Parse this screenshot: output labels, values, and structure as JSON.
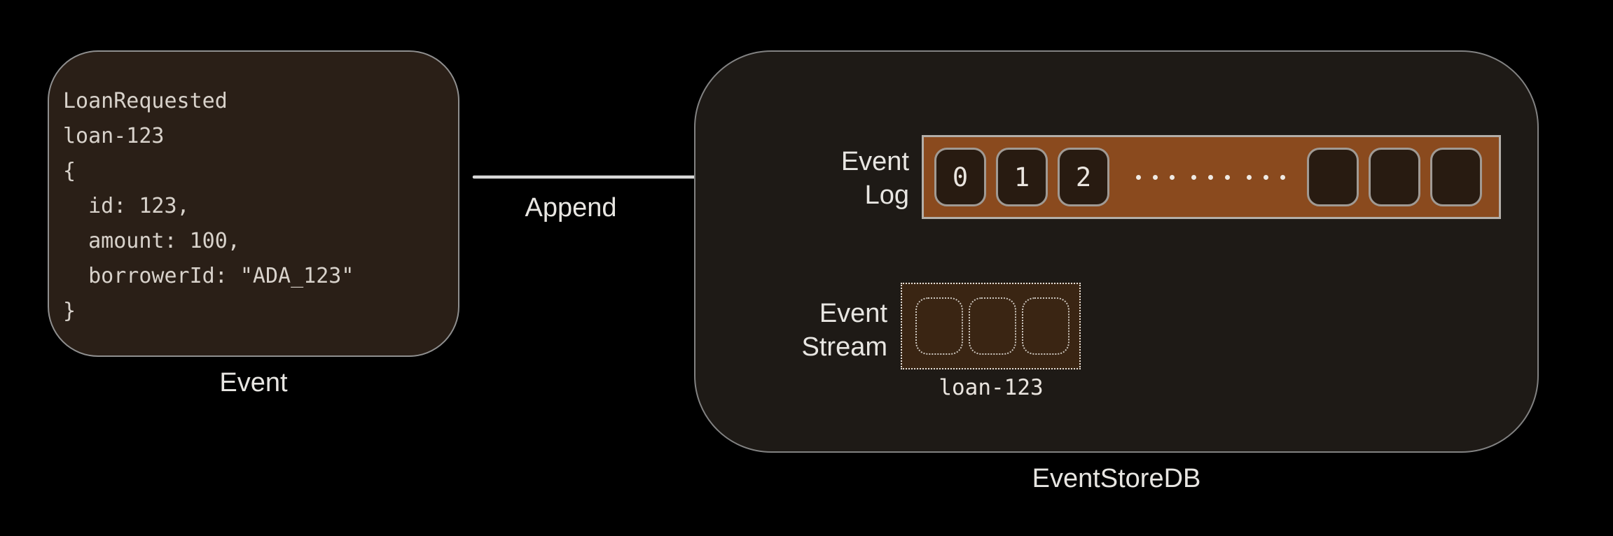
{
  "diagram": {
    "event_card": {
      "code_lines": [
        "LoanRequested",
        "loan-123",
        "{",
        "  id: 123,",
        "  amount: 100,",
        "  borrowerId: \"ADA_123\"",
        "}"
      ],
      "caption": "Event"
    },
    "append": {
      "label": "Append"
    },
    "eventstore": {
      "caption": "EventStoreDB",
      "event_log": {
        "label": [
          "Event",
          "Log"
        ],
        "cells": [
          "0",
          "1",
          "2"
        ],
        "ellipsis": [
          "...",
          "...",
          "..."
        ],
        "empty_cells": 3
      },
      "event_stream": {
        "label": [
          "Event",
          "Stream"
        ],
        "placeholder_cells": 3,
        "stream_name": "loan-123"
      }
    },
    "colors": {
      "background": "#000000",
      "event_card_fill": "#2a1f17",
      "container_fill": "#1e1a16",
      "log_bar_fill": "#8a4a1e",
      "log_cell_fill": "#281b11",
      "stream_box_fill": "#3a2513",
      "border_gray": "#8f8f8f",
      "arrow": "#d8d8d8",
      "text": "#e8e6e2"
    }
  }
}
